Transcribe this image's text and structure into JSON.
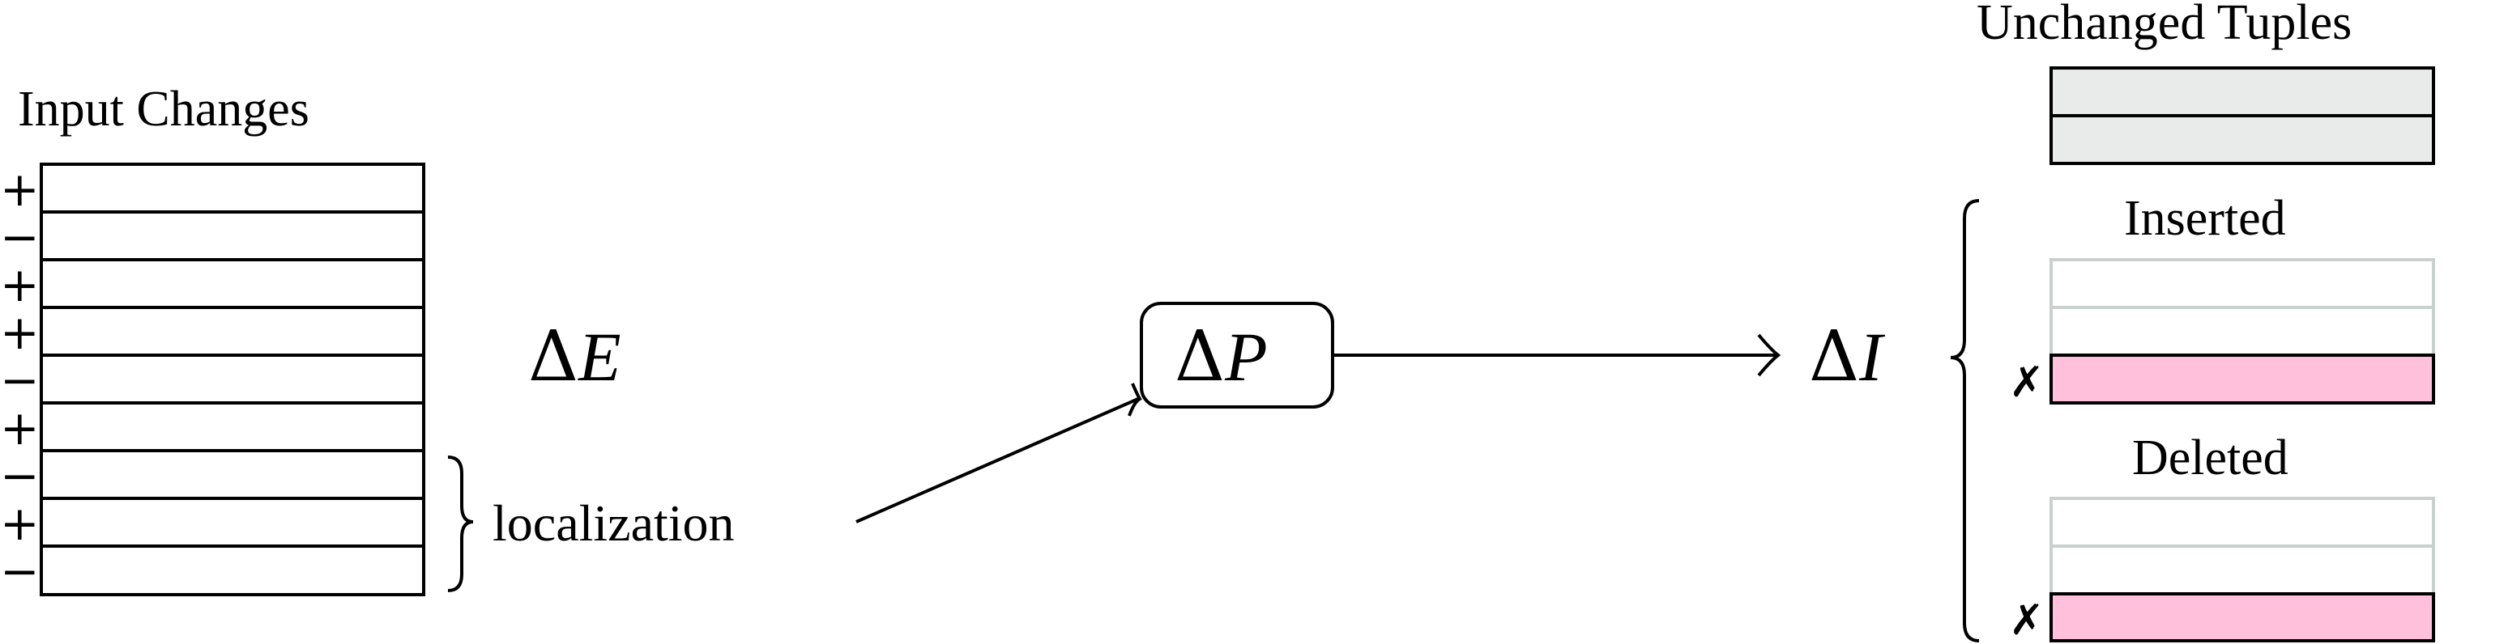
{
  "input": {
    "title": "Input Changes",
    "signs": [
      "+",
      "−",
      "+",
      "+",
      "−",
      "+",
      "−",
      "+",
      "−"
    ],
    "delta_symbol": "Δ",
    "delta_var": "E",
    "brace_label": "localization"
  },
  "program": {
    "delta_symbol": "Δ",
    "delta_var": "P"
  },
  "output": {
    "delta_symbol": "Δ",
    "delta_var": "I",
    "unchanged_title": "Unchanged Tuples",
    "inserted_title": "Inserted",
    "deleted_title": "Deleted",
    "reject_mark": "✗"
  },
  "colors": {
    "unchanged_fill": "#e9ebea",
    "highlight_fill": "#ffc0dc",
    "faded_stroke": "#c9d1cf",
    "stroke": "#000000"
  }
}
